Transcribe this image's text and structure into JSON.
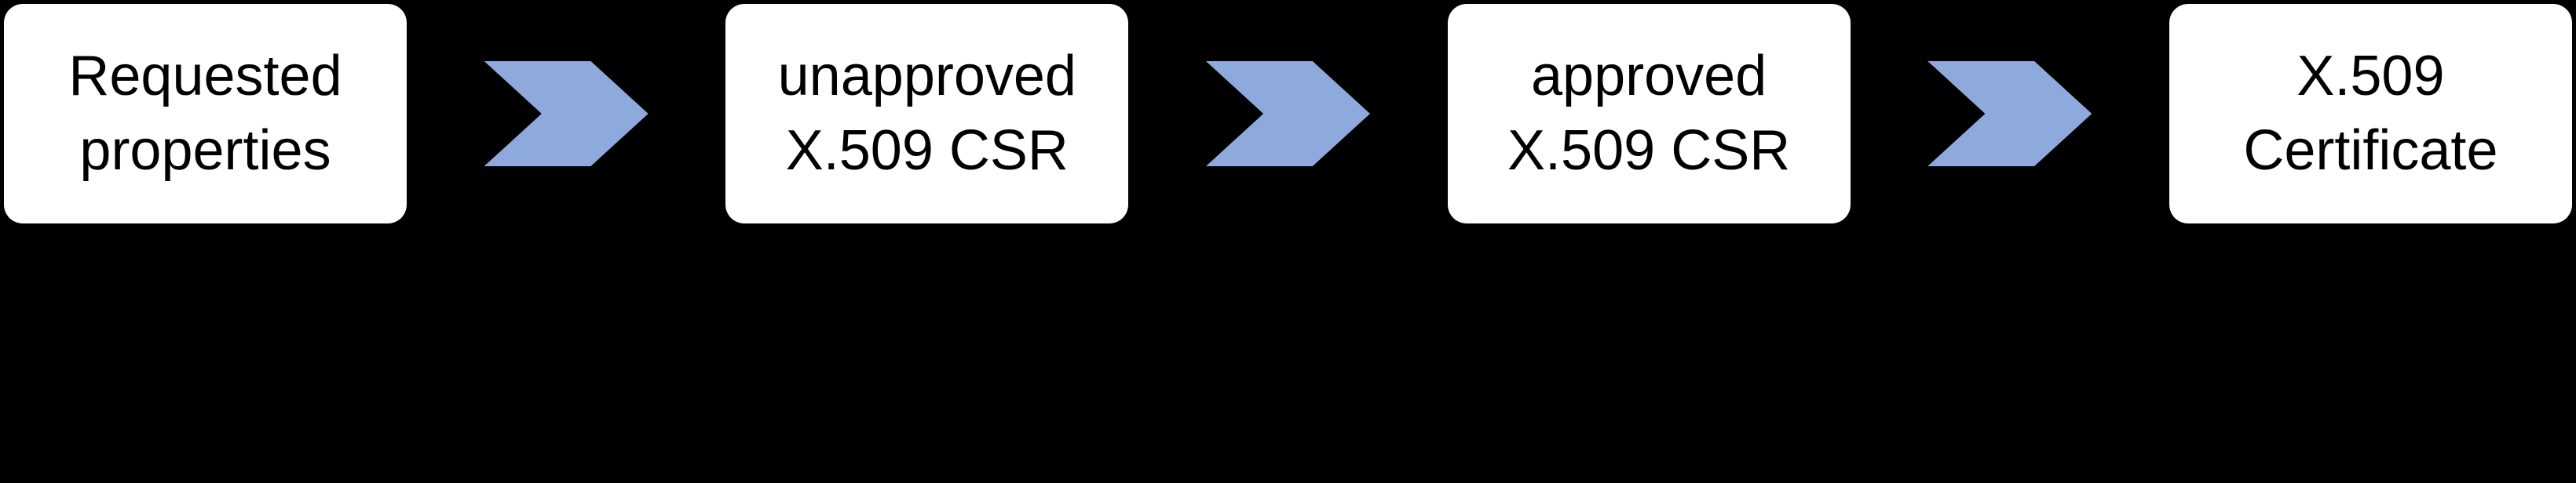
{
  "diagram": {
    "colors": {
      "background": "#000000",
      "node_fill": "#ffffff",
      "node_text": "#000000",
      "arrow_fill": "#8ea9db"
    },
    "icons": {
      "connector": "chevron-right-icon"
    },
    "nodes": [
      {
        "id": "requested-properties",
        "line1": "Requested",
        "line2": "properties"
      },
      {
        "id": "unapproved-x509-csr",
        "line1": "unapproved",
        "line2": "X.509 CSR"
      },
      {
        "id": "approved-x509-csr",
        "line1": "approved",
        "line2": "X.509 CSR"
      },
      {
        "id": "x509-certificate",
        "line1": "X.509",
        "line2": "Certificate"
      }
    ]
  }
}
